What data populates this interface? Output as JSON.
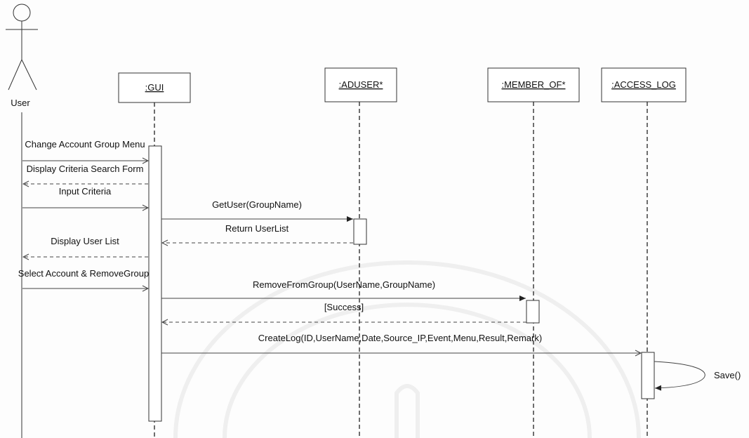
{
  "actor": {
    "name": "User"
  },
  "objects": [
    {
      "id": "gui",
      "name": ":GUI"
    },
    {
      "id": "aduser",
      "name": ":ADUSER*"
    },
    {
      "id": "member_of",
      "name": ":MEMBER_OF*"
    },
    {
      "id": "access_log",
      "name": ":ACCESS_LOG"
    }
  ],
  "messages": [
    {
      "id": "m1",
      "label": "Change Account Group Menu",
      "from": "user",
      "to": "gui",
      "kind": "call"
    },
    {
      "id": "m2",
      "label": "Display Criteria Search  Form",
      "from": "gui",
      "to": "user",
      "kind": "return"
    },
    {
      "id": "m3",
      "label": "Input Criteria",
      "from": "user",
      "to": "gui",
      "kind": "call"
    },
    {
      "id": "m4",
      "label": "GetUser(GroupName)",
      "from": "gui",
      "to": "aduser",
      "kind": "call"
    },
    {
      "id": "m5",
      "label": "Return UserList",
      "from": "aduser",
      "to": "gui",
      "kind": "return"
    },
    {
      "id": "m6",
      "label": "Display User List",
      "from": "gui",
      "to": "user",
      "kind": "return"
    },
    {
      "id": "m7",
      "label": "Select Account & RemoveGroup",
      "from": "user",
      "to": "gui",
      "kind": "call"
    },
    {
      "id": "m8",
      "label": "RemoveFromGroup(UserName,GroupName)",
      "from": "gui",
      "to": "member_of",
      "kind": "call"
    },
    {
      "id": "m9",
      "label": "[Success]",
      "from": "member_of",
      "to": "gui",
      "kind": "return"
    },
    {
      "id": "m10",
      "label": "CreateLog(ID,UserName,Date,Source_IP,Event,Menu,Result,Remark)",
      "from": "gui",
      "to": "access_log",
      "kind": "call"
    },
    {
      "id": "m11",
      "label": "Save()",
      "from": "access_log",
      "to": "access_log",
      "kind": "self"
    }
  ]
}
